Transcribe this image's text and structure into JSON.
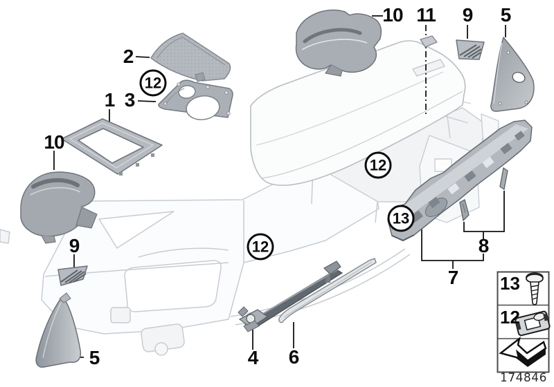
{
  "diagram": {
    "doc_number": "174846",
    "callouts": [
      {
        "id": "1",
        "label": "1",
        "style": "plain"
      },
      {
        "id": "2",
        "label": "2",
        "style": "plain"
      },
      {
        "id": "3",
        "label": "3",
        "style": "plain"
      },
      {
        "id": "10-left",
        "label": "10",
        "style": "plain"
      },
      {
        "id": "9-left",
        "label": "9",
        "style": "plain"
      },
      {
        "id": "5-left",
        "label": "5",
        "style": "plain"
      },
      {
        "id": "4",
        "label": "4",
        "style": "plain"
      },
      {
        "id": "6",
        "label": "6",
        "style": "plain"
      },
      {
        "id": "10-top",
        "label": "10",
        "style": "plain"
      },
      {
        "id": "11",
        "label": "11",
        "style": "plain"
      },
      {
        "id": "9-top",
        "label": "9",
        "style": "plain"
      },
      {
        "id": "5-top",
        "label": "5",
        "style": "plain"
      },
      {
        "id": "7",
        "label": "7",
        "style": "plain"
      },
      {
        "id": "8",
        "label": "8",
        "style": "plain"
      },
      {
        "id": "12-a",
        "label": "12",
        "style": "circled"
      },
      {
        "id": "12-b",
        "label": "12",
        "style": "circled"
      },
      {
        "id": "12-c",
        "label": "12",
        "style": "circled"
      },
      {
        "id": "13-a",
        "label": "13",
        "style": "circled"
      }
    ],
    "legend": {
      "rows": [
        {
          "label": "13",
          "icon": "screw-icon"
        },
        {
          "label": "12",
          "icon": "cage-nut-icon"
        },
        {
          "label": "",
          "icon": "direction-arrow-icon"
        }
      ]
    },
    "colors": {
      "part_gray": "#aab0b6",
      "dark_strip": "#62686f",
      "ghost_line": "#c7ccd2",
      "line_black": "#111111"
    }
  }
}
